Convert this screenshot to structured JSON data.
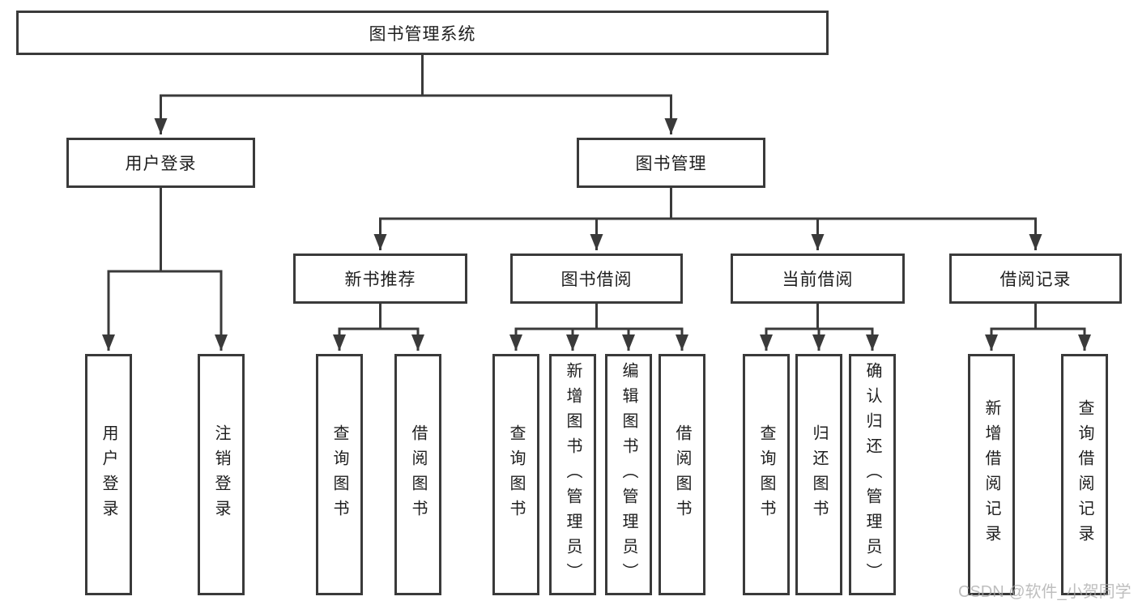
{
  "diagram_title": "图书管理系统",
  "nodes": {
    "root": "图书管理系统",
    "user_login": "用户登录",
    "book_mgmt": "图书管理",
    "new_book_rec": "新书推荐",
    "book_borrow": "图书借阅",
    "current_borrow": "当前借阅",
    "borrow_records": "借阅记录",
    "leaf_user_login": "用户登录",
    "leaf_logout": "注销登录",
    "leaf_nbr_query": "查询图书",
    "leaf_nbr_borrow": "借阅图书",
    "leaf_bb_query": "查询图书",
    "leaf_bb_add": "新增图书（管理员）",
    "leaf_bb_edit": "编辑图书（管理员）",
    "leaf_bb_borrow": "借阅图书",
    "leaf_cb_query": "查询图书",
    "leaf_cb_return": "归还图书",
    "leaf_cb_confirm": "确认归还（管理员）",
    "leaf_br_add": "新增借阅记录",
    "leaf_br_query": "查询借阅记录"
  },
  "watermark": "CSDN @软件_小贺同学",
  "colors": {
    "line": "#3a3a3a",
    "text": "#1e1e1e",
    "watermark": "#a9a9a9",
    "background": "#ffffff"
  }
}
